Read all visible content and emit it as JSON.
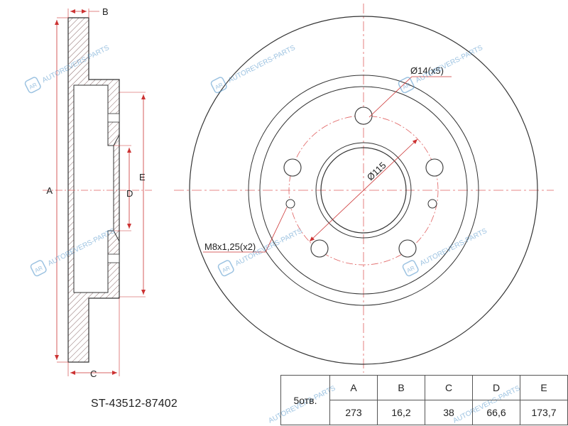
{
  "part_number": "ST-43512-87402",
  "watermark": {
    "text": "AUTOREVERS-PARTS",
    "logo": "AR"
  },
  "dimension_labels": {
    "A": "A",
    "B": "B",
    "C": "C",
    "D": "D",
    "E": "E",
    "hole_diameter": "Ø14(x5)",
    "pcd": "Ø115",
    "thread": "M8x1,25(x2)"
  },
  "spec_table": {
    "holes_label": "5отв.",
    "headers": [
      "A",
      "B",
      "C",
      "D",
      "E"
    ],
    "values": [
      "273",
      "16,2",
      "38",
      "66,6",
      "173,7"
    ]
  },
  "colors": {
    "outline": "#333333",
    "dimension": "#cc3333",
    "centerline": "#e06060",
    "watermark": "#4a90c8"
  }
}
